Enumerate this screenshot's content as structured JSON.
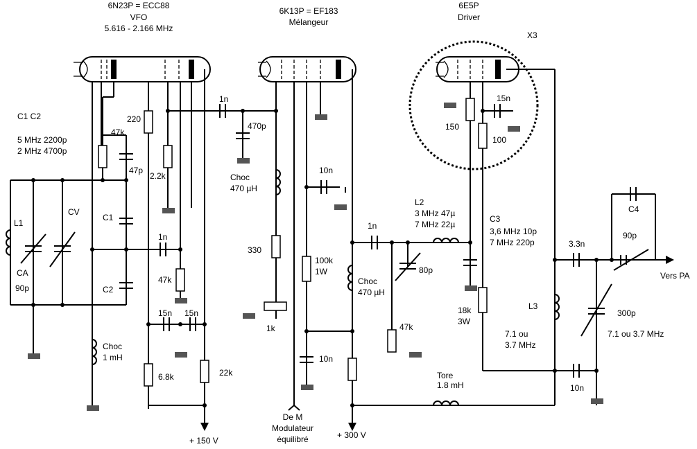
{
  "tubes": {
    "vfo": {
      "line1": "6N23P = ECC88",
      "line2": "VFO",
      "line3": "5.616 - 2.166 MHz"
    },
    "mixer": {
      "line1": "6K13P = EF183",
      "line2": "Mélangeur"
    },
    "driver": {
      "line1": "6E5P",
      "line2": "Driver"
    }
  },
  "shield_label": "X3",
  "cap_table": {
    "header": "C1 C2",
    "row1": "5 MHz 2200p",
    "row2": "2 MHz 4700p"
  },
  "labels": {
    "L1": "L1",
    "CV": "CV",
    "CA": "CA",
    "CA_val": "90p",
    "C1": "C1",
    "C2": "C2",
    "r47k_top": "47k",
    "c47p": "47p",
    "r220": "220",
    "r2_2k": "2.2k",
    "c1n_a": "1n",
    "c470p": "470p",
    "choc_mix_a": "Choc",
    "choc_mix_b": "470 µH",
    "r330": "330",
    "pot1k": "1k",
    "c10n_mix": "10n",
    "r100k_a": "100k",
    "r100k_b": "1W",
    "c1n_mid": "1n",
    "r47k_mid": "47k",
    "c15n_a": "15n",
    "c15n_b": "15n",
    "choc_vfo_a": "Choc",
    "choc_vfo_b": "1 mH",
    "r6_8k": "6.8k",
    "r22k": "22k",
    "v150": "+ 150 V",
    "dem_a": "De M",
    "dem_b": "Modulateur",
    "dem_c": "équilibré",
    "v300": "+ 300 V",
    "c10n_low": "10n",
    "choc_plate_a": "Choc",
    "choc_plate_b": "470 µH",
    "c1n_out": "1n",
    "c80p": "80p",
    "pot47k": "47k",
    "L2": "L2",
    "L2_a": "3 MHz 47µ",
    "L2_b": "7 MHz 22µ",
    "C3": "C3",
    "C3_a": "3,6 MHz 10p",
    "C3_b": "7 MHz 220p",
    "r150": "150",
    "c15n_drv": "15n",
    "r100": "100",
    "r18k_a": "18k",
    "r18k_b": "3W",
    "tore_a": "Tore",
    "tore_b": "1.8 mH",
    "L3": "L3",
    "L3_a": "7.1 ou",
    "L3_b": "3.7 MHz",
    "c10n_drv": "10n",
    "c3_3n": "3.3n",
    "C4": "C4",
    "c90p": "90p",
    "c300p": "300p",
    "c300p_f": "7.1 ou 3.7 MHz",
    "vers_pa": "Vers PA"
  }
}
